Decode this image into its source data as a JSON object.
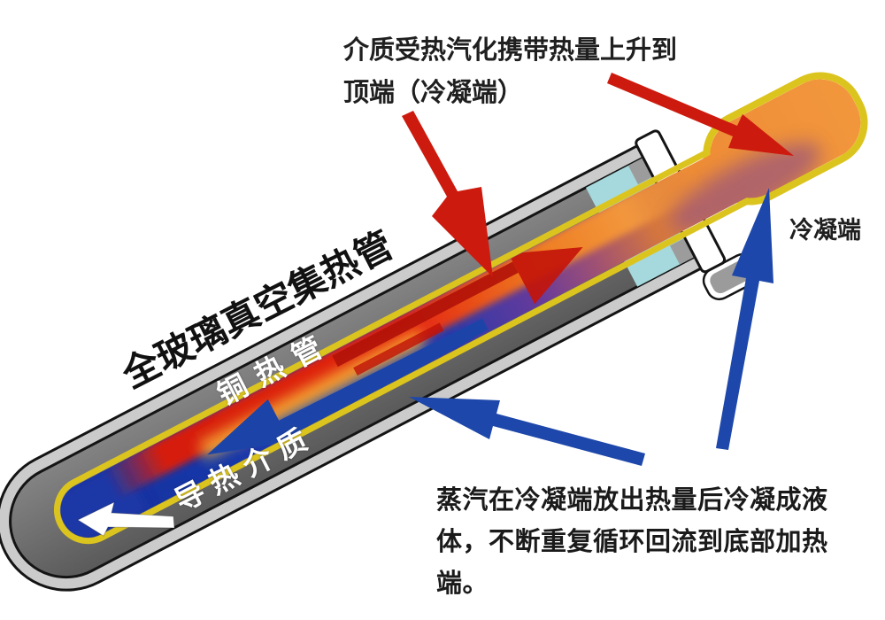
{
  "title_annotation": {
    "line1": "介质受热汽化携带热量上升到",
    "line2": "顶端（冷凝端）"
  },
  "condenser_label": "冷凝端",
  "rotated_labels": {
    "glass_tube": "全玻璃真空集热管",
    "copper_pipe": "铜热管",
    "heat_medium": "导热介质"
  },
  "bottom_annotation": "蒸汽在冷凝端放出热量后冷凝成液体，不断重复循环回流到底部加热端。",
  "colors": {
    "arrow_red": "#cd1a0e",
    "arrow_blue": "#1d47aa",
    "return_arrow_white": "#ffffff",
    "copper_yellow": "#dcc41e",
    "glass_gray": "#cbcbcb",
    "absorber_gray": "#6c6c6c",
    "glass_end_cyan": "#a6d9dd",
    "medium_blue": "#1b3bad",
    "bulb_orange": "#f09239"
  }
}
